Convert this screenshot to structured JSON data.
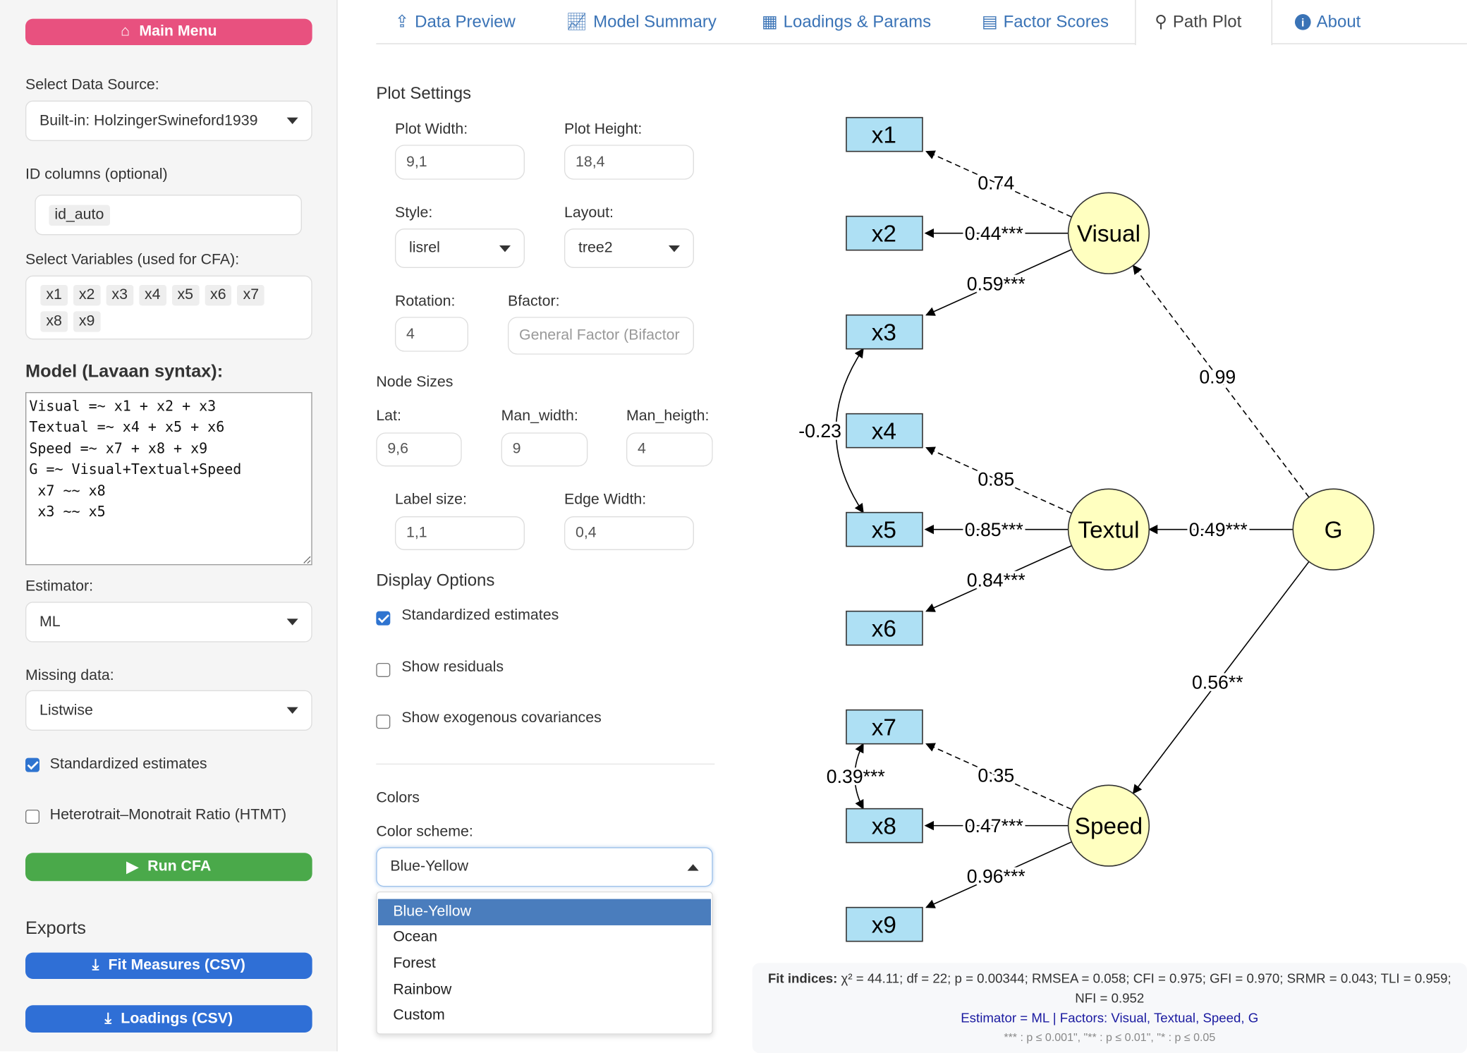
{
  "sidebar": {
    "main_menu": "Main Menu",
    "data_source_label": "Select Data Source:",
    "data_source_value": "Built-in: HolzingerSwineford1939",
    "id_label": "ID columns (optional)",
    "id_tags": [
      "id_auto"
    ],
    "vars_label": "Select Variables (used for CFA):",
    "vars": [
      "x1",
      "x2",
      "x3",
      "x4",
      "x5",
      "x6",
      "x7",
      "x8",
      "x9"
    ],
    "model_label": "Model (Lavaan syntax):",
    "model_text": "Visual =~ x1 + x2 + x3\nTextual =~ x4 + x5 + x6\nSpeed =~ x7 + x8 + x9\nG =~ Visual+Textual+Speed\n x7 ~~ x8\n x3 ~~ x5",
    "estimator_label": "Estimator:",
    "estimator_value": "ML",
    "missing_label": "Missing data:",
    "missing_value": "Listwise",
    "std_label": "Standardized estimates",
    "std_checked": true,
    "htmt_label": "Heterotrait–Monotrait Ratio (HTMT)",
    "htmt_checked": false,
    "run": "Run CFA",
    "exports_label": "Exports",
    "fit_csv": "Fit Measures (CSV)",
    "loadings_csv": "Loadings (CSV)"
  },
  "tabs": [
    {
      "label": "Data Preview",
      "icon": "upload-icon"
    },
    {
      "label": "Model Summary",
      "icon": "line-chart-icon"
    },
    {
      "label": "Loadings & Params",
      "icon": "table-icon"
    },
    {
      "label": "Factor Scores",
      "icon": "calculator-icon"
    },
    {
      "label": "Path Plot",
      "icon": "sitemap-icon",
      "active": true
    },
    {
      "label": "About",
      "icon": "info-icon"
    }
  ],
  "settings": {
    "title": "Plot Settings",
    "plot_width_label": "Plot Width:",
    "plot_width": "9,1",
    "plot_height_label": "Plot Height:",
    "plot_height": "18,4",
    "style_label": "Style:",
    "style": "lisrel",
    "layout_label": "Layout:",
    "layout": "tree2",
    "rotation_label": "Rotation:",
    "rotation": "4",
    "bfactor_label": "Bfactor:",
    "bfactor_placeholder": "General Factor (Bifactor",
    "node_sizes": "Node Sizes",
    "lat_label": "Lat:",
    "lat": "9,6",
    "man_width_label": "Man_width:",
    "man_width": "9",
    "man_height_label": "Man_heigth:",
    "man_height": "4",
    "label_size_label": "Label size:",
    "label_size": "1,1",
    "edge_width_label": "Edge Width:",
    "edge_width": "0,4",
    "display_options": "Display Options",
    "opt_std": "Standardized estimates",
    "opt_std_checked": true,
    "opt_resid": "Show residuals",
    "opt_resid_checked": false,
    "opt_exo": "Show exogenous covariances",
    "opt_exo_checked": false,
    "colors": "Colors",
    "scheme_label": "Color scheme:",
    "scheme": "Blue-Yellow",
    "scheme_options": [
      "Blue-Yellow",
      "Ocean",
      "Forest",
      "Rainbow",
      "Custom"
    ]
  },
  "diagram": {
    "colors": {
      "manifest": "#aee0f4",
      "latent": "#ffffc0"
    },
    "manifest": [
      "x1",
      "x2",
      "x3",
      "x4",
      "x5",
      "x6",
      "x7",
      "x8",
      "x9"
    ],
    "latent": [
      {
        "id": "Visual",
        "label": "Visual"
      },
      {
        "id": "Textual",
        "label": "Textul"
      },
      {
        "id": "Speed",
        "label": "Speed"
      },
      {
        "id": "G",
        "label": "G"
      }
    ],
    "loadings": [
      {
        "from": "Visual",
        "to": "x1",
        "label": "0.74",
        "fixed": true
      },
      {
        "from": "Visual",
        "to": "x2",
        "label": "0.44***"
      },
      {
        "from": "Visual",
        "to": "x3",
        "label": "0.59***"
      },
      {
        "from": "Textual",
        "to": "x4",
        "label": "0.85",
        "fixed": true
      },
      {
        "from": "Textual",
        "to": "x5",
        "label": "0.85***"
      },
      {
        "from": "Textual",
        "to": "x6",
        "label": "0.84***"
      },
      {
        "from": "Speed",
        "to": "x7",
        "label": "0.35",
        "fixed": true
      },
      {
        "from": "Speed",
        "to": "x8",
        "label": "0.47***"
      },
      {
        "from": "Speed",
        "to": "x9",
        "label": "0.96***"
      },
      {
        "from": "G",
        "to": "Visual",
        "label": "0.99",
        "fixed": true
      },
      {
        "from": "G",
        "to": "Textual",
        "label": "0.49***"
      },
      {
        "from": "G",
        "to": "Speed",
        "label": "0.56**"
      }
    ],
    "covariances": [
      {
        "a": "x3",
        "b": "x5",
        "label": "-0.23"
      },
      {
        "a": "x7",
        "b": "x8",
        "label": "0.39***"
      }
    ]
  },
  "fit": {
    "prefix": "Fit indices:",
    "text": "χ² = 44.11; df = 22; p = 0.00344; RMSEA = 0.058; CFI = 0.975; GFI = 0.970; SRMR = 0.043; TLI = 0.959; NFI = 0.952",
    "estimator_line": "Estimator = ML | Factors: Visual, Textual, Speed, G",
    "sig_line": "*** : p ≤ 0.001\", \"** : p ≤ 0.01\", \"* : p ≤ 0.05"
  }
}
